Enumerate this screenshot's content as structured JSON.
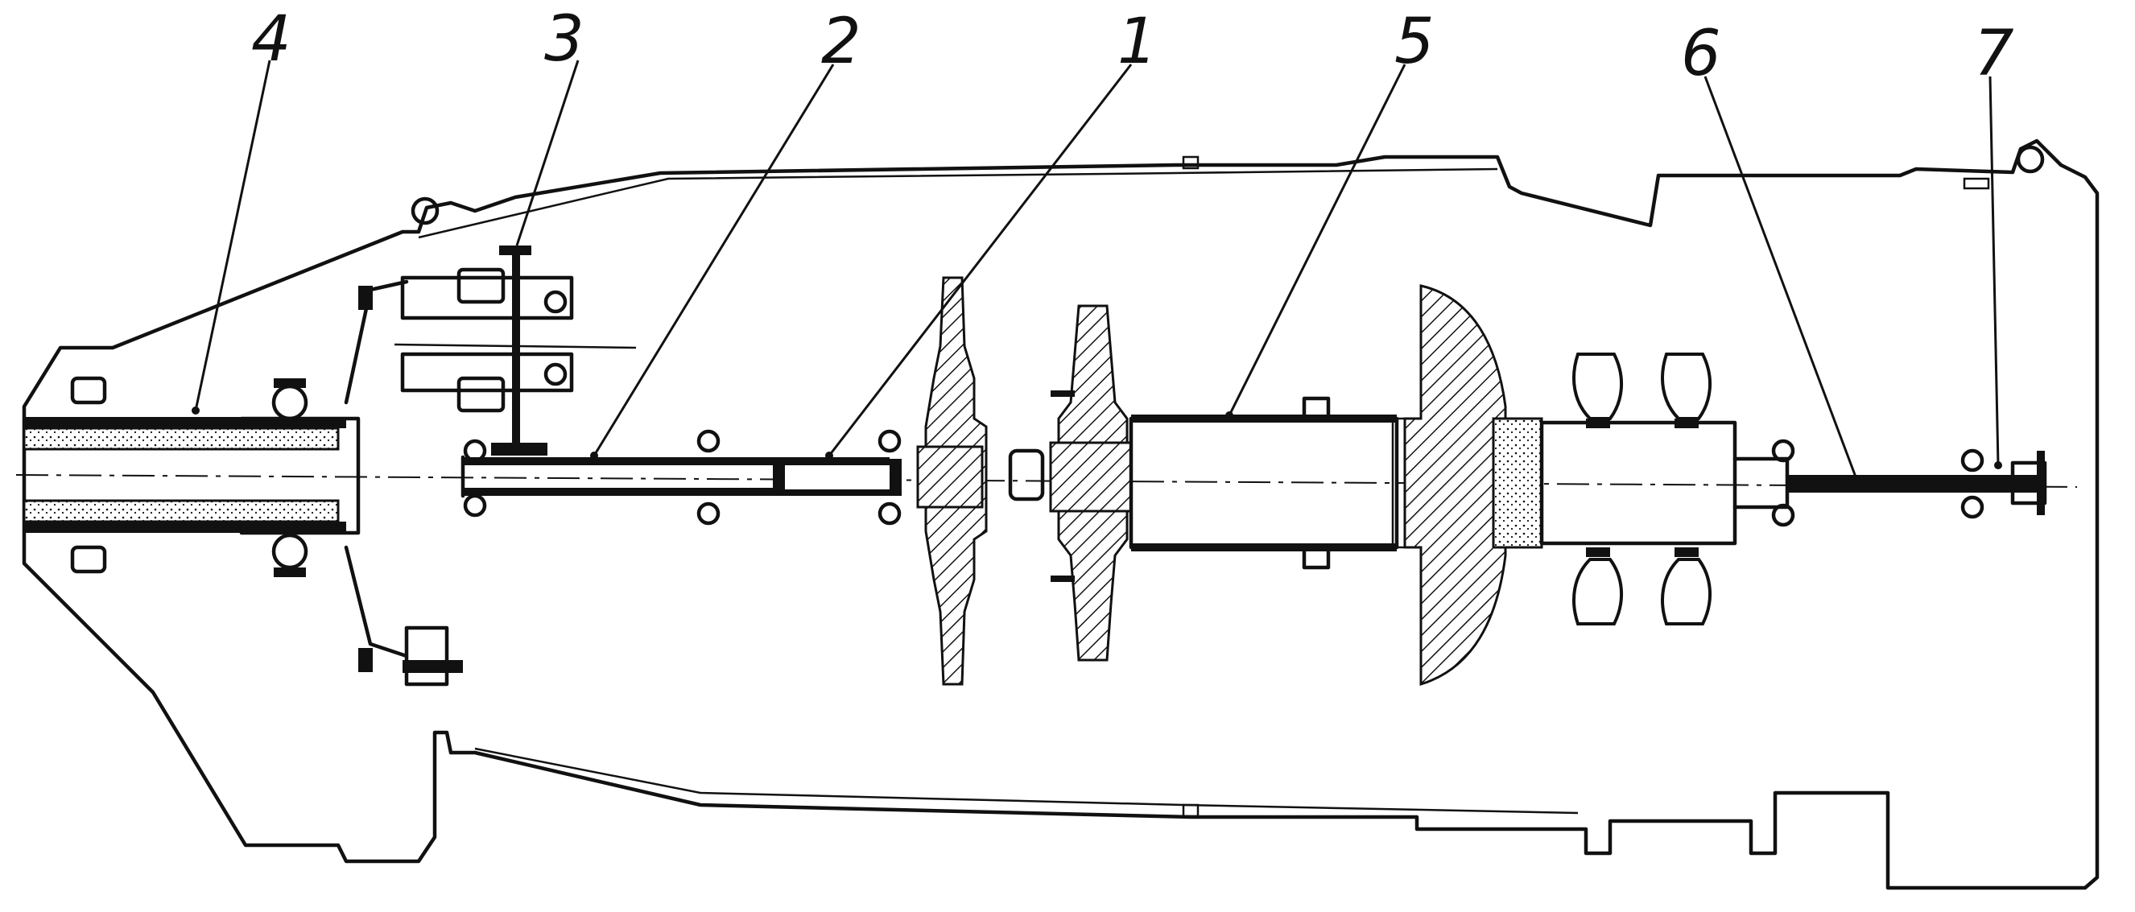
{
  "diagram": {
    "part_labels": [
      "4",
      "3",
      "2",
      "1",
      "5",
      "6",
      "7"
    ]
  }
}
